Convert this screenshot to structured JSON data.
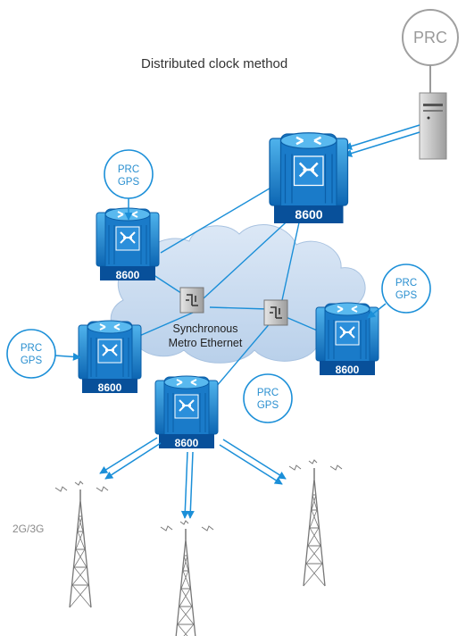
{
  "title": "Distributed clock method",
  "top_source": {
    "label": "PRC"
  },
  "routers": [
    {
      "id": "core",
      "label": "8600"
    },
    {
      "id": "left-upper",
      "label": "8600"
    },
    {
      "id": "left-lower",
      "label": "8600"
    },
    {
      "id": "right",
      "label": "8600"
    },
    {
      "id": "bottom",
      "label": "8600"
    }
  ],
  "clock_sources": [
    {
      "line1": "PRC",
      "line2": "GPS"
    },
    {
      "line1": "PRC",
      "line2": "GPS"
    },
    {
      "line1": "PRC",
      "line2": "GPS"
    },
    {
      "line1": "PRC",
      "line2": "GPS"
    }
  ],
  "cloud_label": {
    "line1": "Synchronous",
    "line2": "Metro Ethernet"
  },
  "generation_label": "2G/3G",
  "colors": {
    "accent": "#1b8fd8",
    "router_dark": "#0b5fa8",
    "cloud": "#c9dcf1",
    "prc_circle": "#a0a0a0",
    "tower": "#777777"
  }
}
